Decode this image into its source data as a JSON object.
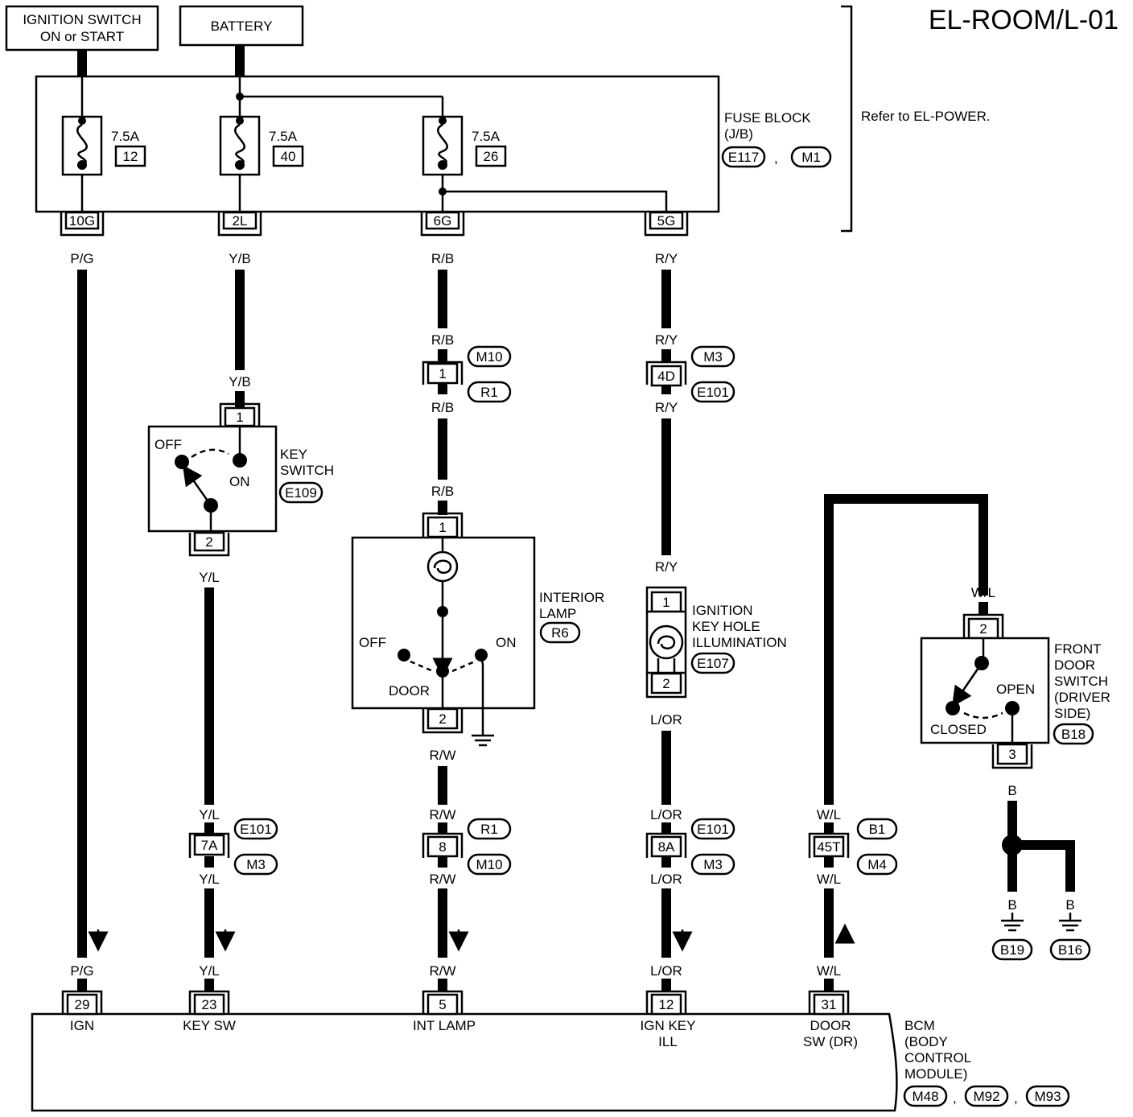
{
  "title": "EL-ROOM/L-01",
  "sources": {
    "ignition": [
      "IGNITION SWITCH",
      "ON or START"
    ],
    "battery": "BATTERY"
  },
  "fuse_block": {
    "lines": [
      "FUSE BLOCK",
      "(J/B)"
    ],
    "connectors": [
      "E117",
      "M1"
    ],
    "refer": "Refer to EL-POWER.",
    "fuses": [
      {
        "amps": "7.5A",
        "num": "12"
      },
      {
        "amps": "7.5A",
        "num": "40"
      },
      {
        "amps": "7.5A",
        "num": "26"
      }
    ],
    "terminals": [
      "10G",
      "2L",
      "6G",
      "5G"
    ]
  },
  "wire_colors": {
    "pg": "P/G",
    "yb": "Y/B",
    "rb": "R/B",
    "ry": "R/Y",
    "yl": "Y/L",
    "rw": "R/W",
    "lor": "L/OR",
    "wl": "W/L",
    "b": "B"
  },
  "key_switch": {
    "lines": [
      "KEY",
      "SWITCH"
    ],
    "conn": "E109",
    "pin_in": "1",
    "pin_out": "2",
    "off": "OFF",
    "on": "ON"
  },
  "interior_lamp": {
    "lines": [
      "INTERIOR",
      "LAMP"
    ],
    "conn": "R6",
    "pin_in": "1",
    "pin_out": "2",
    "off": "OFF",
    "on": "ON",
    "door": "DOOR"
  },
  "ign_key_illum": {
    "lines": [
      "IGNITION",
      "KEY HOLE",
      "ILLUMINATION"
    ],
    "conn": "E107",
    "pin_in": "1",
    "pin_out": "2"
  },
  "front_door_switch": {
    "lines": [
      "FRONT",
      "DOOR",
      "SWITCH",
      "(DRIVER",
      "SIDE)"
    ],
    "conn": "B18",
    "pin_in": "2",
    "pin_out": "3",
    "open": "OPEN",
    "closed": "CLOSED"
  },
  "joints": {
    "rb_upper": {
      "pin": "1",
      "top": "M10",
      "bottom": "R1"
    },
    "ry_upper": {
      "pin": "4D",
      "top": "M3",
      "bottom": "E101"
    },
    "yl_lower": {
      "pin": "7A",
      "top": "E101",
      "bottom": "M3"
    },
    "rw_lower": {
      "pin": "8",
      "top": "R1",
      "bottom": "M10"
    },
    "lor_lower": {
      "pin": "8A",
      "top": "E101",
      "bottom": "M3"
    },
    "wl_lower": {
      "pin": "45T",
      "top": "B1",
      "bottom": "M4"
    }
  },
  "grounds": [
    "B19",
    "B16"
  ],
  "bcm": {
    "lines": [
      "BCM",
      "(BODY",
      "CONTROL",
      "MODULE)"
    ],
    "connectors": [
      "M48",
      "M92",
      "M93"
    ],
    "pins": [
      {
        "num": "29",
        "label": "IGN",
        "label2": ""
      },
      {
        "num": "23",
        "label": "KEY SW",
        "label2": ""
      },
      {
        "num": "5",
        "label": "INT LAMP",
        "label2": ""
      },
      {
        "num": "12",
        "label": "IGN KEY",
        "label2": "ILL"
      },
      {
        "num": "31",
        "label": "DOOR",
        "label2": "SW (DR)"
      }
    ]
  }
}
